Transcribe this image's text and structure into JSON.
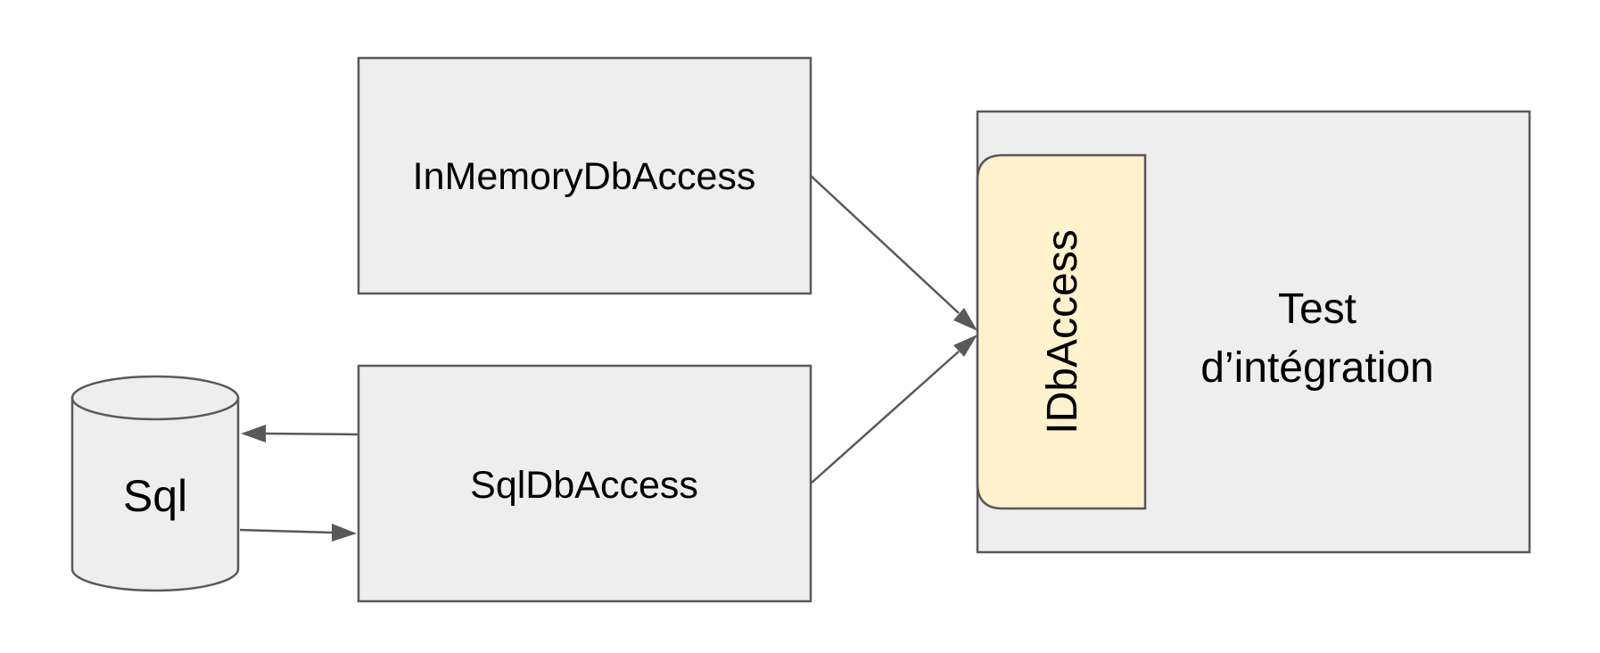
{
  "diagram": {
    "nodes": {
      "in_memory": {
        "label": "InMemoryDbAccess"
      },
      "sql_access": {
        "label": "SqlDbAccess"
      },
      "sql_db": {
        "label": "Sql",
        "shape": "cylinder"
      },
      "test": {
        "label_line1": "Test",
        "label_line2": "d’intégration"
      },
      "interface": {
        "label": "IDbAccess",
        "orientation": "vertical"
      }
    },
    "edges": [
      {
        "from": "InMemoryDbAccess",
        "to": "IDbAccess"
      },
      {
        "from": "SqlDbAccess",
        "to": "IDbAccess"
      },
      {
        "from": "SqlDbAccess",
        "to": "Sql"
      },
      {
        "from": "Sql",
        "to": "SqlDbAccess"
      }
    ],
    "colors": {
      "box_fill": "#eeeeee",
      "interface_fill": "#fff2cc",
      "stroke": "#595959"
    }
  }
}
